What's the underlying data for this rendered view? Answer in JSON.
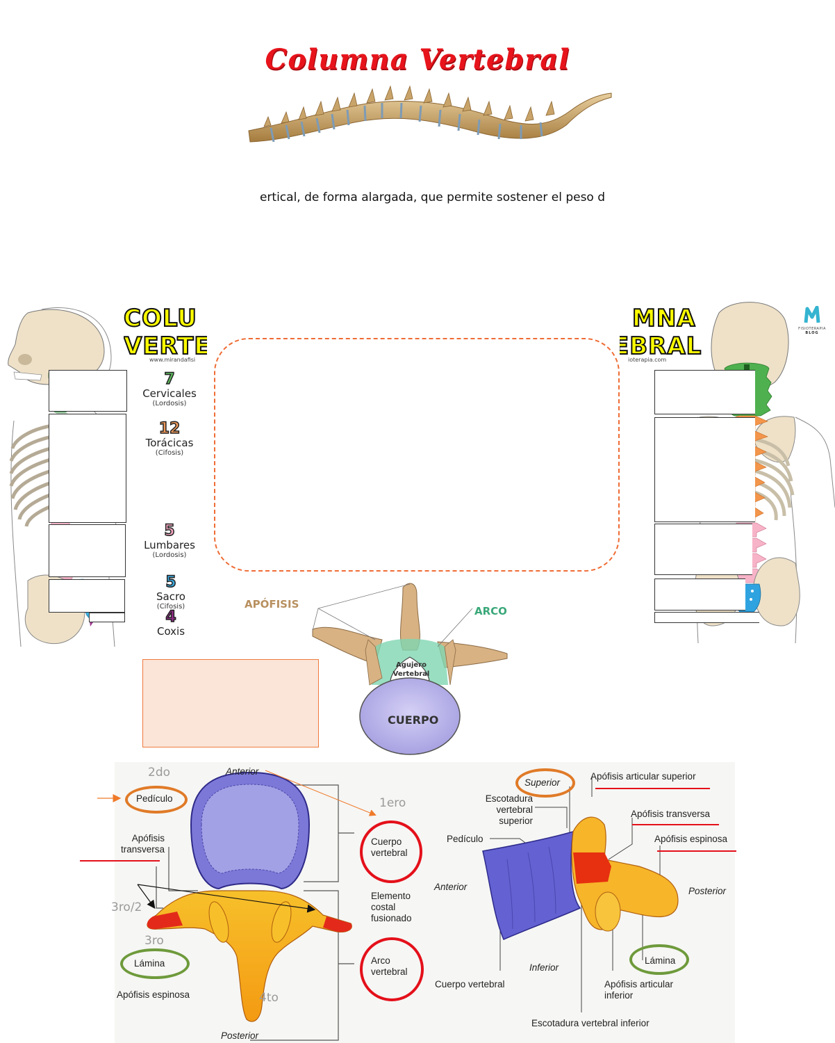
{
  "header": {
    "title": "Columna Vertebral",
    "intro_text": "ertical, de forma alargada, que permite sostener el peso d"
  },
  "poster": {
    "title_line1_left": "COLU",
    "title_line2_left": "VERTE",
    "title_line1_right": "MNA",
    "title_line2_right": "EBRAL",
    "url_left": "www.mirandafisi",
    "url_right": "ioterapia.com",
    "logo_text_line1": "FISIOTERAPIA",
    "logo_text_line2": "BLOG",
    "regions": [
      {
        "count": "7",
        "name": "Cervicales",
        "curve": "(Lordosis)",
        "color": "#5cb85c"
      },
      {
        "count": "12",
        "name": "Torácicas",
        "curve": "(Cifosis)",
        "color": "#f29b5a"
      },
      {
        "count": "5",
        "name": "Lumbares",
        "curve": "(Lordosis)",
        "color": "#f4a7c0"
      },
      {
        "count": "5",
        "name": "Sacro",
        "curve": "(Cifosis)",
        "color": "#3aa7dc"
      },
      {
        "count": "4",
        "name": "Coxis",
        "curve": "",
        "color": "#8e2a86"
      }
    ]
  },
  "vertebra_basic": {
    "apofisis": "APÓFISIS",
    "arco": "ARCO",
    "agujero_line1": "Agujero",
    "agujero_line2": "Vertebral",
    "cuerpo": "CUERPO"
  },
  "top_view": {
    "anterior": "Anterior",
    "posterior": "Posterior",
    "pediculo": "Pedículo",
    "apofisis_transversa_line1": "Apófisis",
    "apofisis_transversa_line2": "transversa",
    "lamina": "Lámina",
    "apofisis_espinosa": "Apófisis espinosa",
    "cuerpo_vertebral_line1": "Cuerpo",
    "cuerpo_vertebral_line2": "vertebral",
    "elemento_line1": "Elemento",
    "elemento_line2": "costal",
    "elemento_line3": "fusionado",
    "arco_vertebral_line1": "Arco",
    "arco_vertebral_line2": "vertebral",
    "order_labels": {
      "first": "1ero",
      "second": "2do",
      "third_half": "3ro/2",
      "third": "3ro",
      "fourth": "4to"
    }
  },
  "side_view": {
    "superior": "Superior",
    "inferior": "Inferior",
    "anterior": "Anterior",
    "posterior": "Posterior",
    "apofisis_articular_superior": "Apófisis articular superior",
    "apofisis_transversa": "Apófisis transversa",
    "apofisis_espinosa": "Apófisis espinosa",
    "escotadura_sup_line1": "Escotadura",
    "escotadura_sup_line2": "vertebral",
    "escotadura_sup_line3": "superior",
    "pediculo": "Pedículo",
    "cuerpo_vertebral": "Cuerpo vertebral",
    "lamina": "Lámina",
    "apofisis_articular_inf_line1": "Apófisis articular",
    "apofisis_articular_inf_line2": "inferior",
    "escotadura_inferior": "Escotadura vertebral inferior"
  }
}
